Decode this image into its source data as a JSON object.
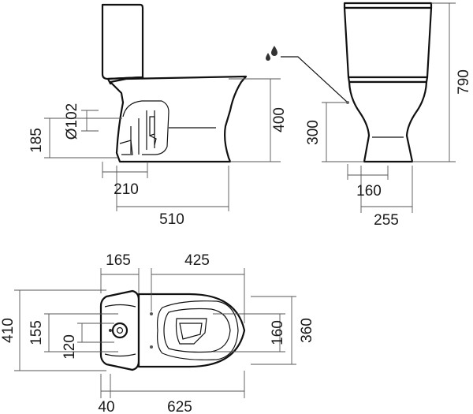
{
  "diagram": {
    "side_view": {
      "height_400": "400",
      "height_185": "185",
      "outlet_diameter": "Ø102",
      "depth_210": "210",
      "depth_510": "510"
    },
    "front_view": {
      "height_790": "790",
      "water_inlet_height": "300",
      "width_160": "160",
      "width_255": "255"
    },
    "top_view": {
      "width_410": "410",
      "width_155": "155",
      "width_120": "120",
      "width_160": "160",
      "width_360": "360",
      "length_165": "165",
      "length_425": "425",
      "length_40": "40",
      "length_625": "625"
    },
    "icons": [
      "water-drop-icon"
    ]
  }
}
